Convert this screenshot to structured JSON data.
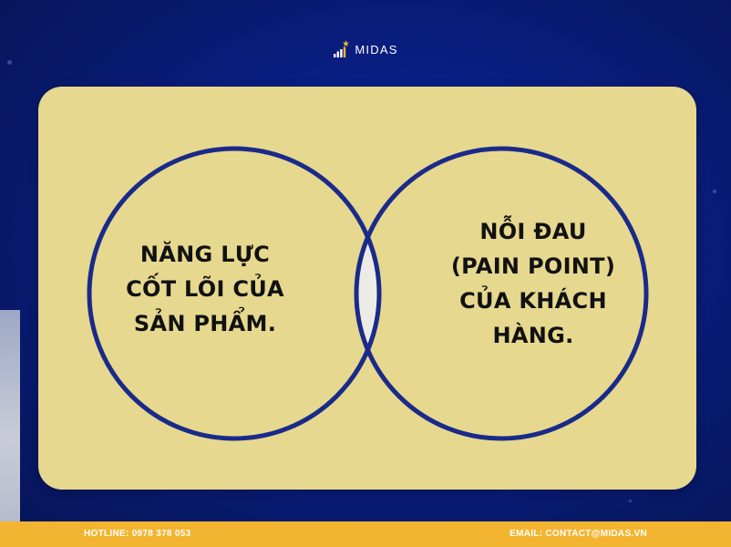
{
  "header": {
    "logo_text": "MIDAS",
    "logo_icon": "bar-chart-star-icon"
  },
  "diagram": {
    "type": "venn",
    "left_circle": {
      "label": "NĂNG LỰC\nCỐT LÕI CỦA\nSẢN PHẨM."
    },
    "right_circle": {
      "label": "NỖI ĐAU\n(PAIN POINT)\nCỦA KHÁCH\nHÀNG."
    }
  },
  "footer": {
    "hotline": "HOTLINE: 0978 378 053",
    "email": "EMAIL: CONTACT@MIDAS.VN"
  },
  "colors": {
    "background": "#0a1f88",
    "card": "#e6d88e",
    "circle_stroke": "#1a2a8a",
    "intersection": "#ecebe6",
    "footer": "#f3b531",
    "text": "#111111"
  }
}
